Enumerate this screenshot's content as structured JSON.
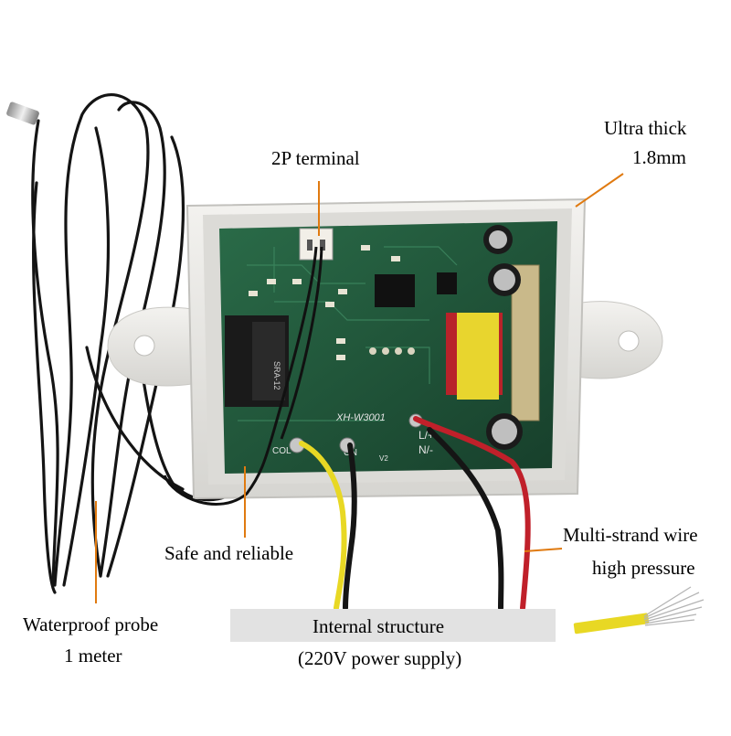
{
  "labels": {
    "terminal": "2P terminal",
    "thick_line1": "Ultra thick",
    "thick_line2": "1.8mm",
    "safe": "Safe and reliable",
    "wire_line1": "Multi-strand wire",
    "wire_line2": "high pressure",
    "probe_line1": "Waterproof probe",
    "probe_line2": "1 meter",
    "internal_line1": "Internal structure",
    "internal_line2": "(220V power supply)"
  },
  "board": {
    "model": "XH-W3001",
    "relay_text": "SRA-12",
    "terminal_left": "COL",
    "terminal_left2": "ON",
    "power_terminal": "L/+",
    "power_terminal2": "N/-",
    "version": "V2"
  },
  "colors": {
    "pointer": "#e07a10",
    "pcb": "#1d5a3c",
    "enclosure": "#ecebe8",
    "wire_red": "#c0202a",
    "wire_yellow": "#e8d824",
    "wire_black": "#151515"
  }
}
